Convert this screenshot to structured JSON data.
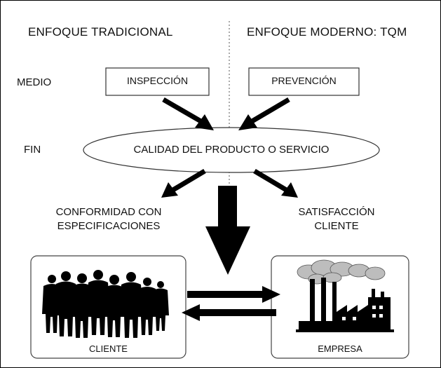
{
  "diagram": {
    "left_heading": "ENFOQUE TRADICIONAL",
    "right_heading": "ENFOQUE MODERNO: TQM",
    "row_medio": "MEDIO",
    "row_fin": "FIN",
    "box_inspeccion": "INSPECCIÓN",
    "box_prevencion": "PREVENCIÓN",
    "ellipse_label": "CALIDAD DEL PRODUCTO O SERVICIO",
    "outcome_left": "CONFORMIDAD CON\nESPECIFICACIONES",
    "outcome_right": "SATISFACCIÓN\nCLIENTE",
    "panel_cliente": "CLIENTE",
    "panel_empresa": "EMPRESA",
    "people_icon": "group-of-people-silhouette",
    "factory_icon": "factory-with-smoke",
    "colors": {
      "ink": "#000000",
      "background": "#ffffff",
      "smoke": "#bdbdbd"
    }
  }
}
